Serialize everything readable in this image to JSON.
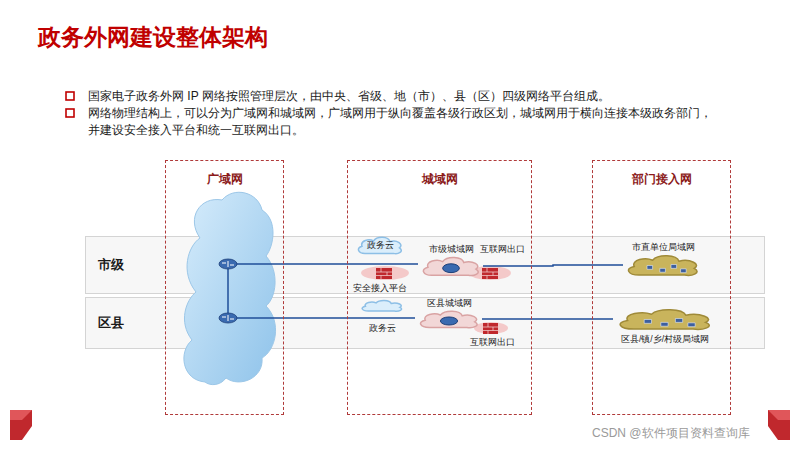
{
  "diagram": {
    "title": "政务外网建设整体架构",
    "nodes": [
      {
        "text": [
          "广域网"
        ]
      },
      {
        "text": [
          "城域网"
        ]
      },
      {
        "text": [
          "部门接入网"
        ]
      },
      {
        "text": [
          "市级"
        ]
      },
      {
        "text": [
          "区县"
        ]
      },
      {
        "text": [
          "政务云"
        ],
        "in": 1
      },
      {
        "text": [
          "市级城域网"
        ],
        "in": 1
      },
      {
        "text": [
          "市直单位局域网"
        ],
        "in": 2
      },
      {
        "text": [
          "政务云"
        ],
        "in": 1
      },
      {
        "text": [
          "区县城域网"
        ],
        "in": 1
      },
      {
        "text": [
          "区县/镇/乡/村级局域网"
        ],
        "in": 2
      }
    ],
    "edges": [
      {
        "from": 6,
        "to": 7,
        "arrow": "none"
      },
      {
        "from": 9,
        "to": 10,
        "arrow": "none"
      }
    ],
    "labels": [
      "国家电子政务外网 IP 网络按照管理层次，由中央、省级、地（市）、县（区）四级网络平台组成。",
      "网络物理结构上，可以分为广域网和城域网，广域网用于纵向覆盖各级行政区划，城域网用于横向连接本级政务部门，并建设安全接入平台和统一互联网出口。",
      "安全接入平台",
      "互联网出口",
      "互联网出口",
      "CSDN @软件项目资料查询库"
    ]
  }
}
